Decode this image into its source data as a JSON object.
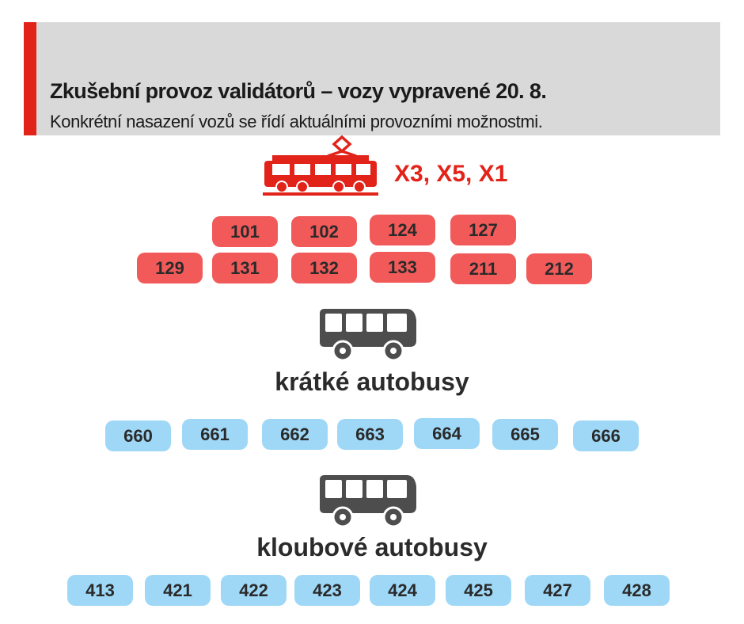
{
  "header": {
    "title": "Zkušební provoz validátorů – vozy vypravené 20. 8.",
    "subtitle": "Konkrétní nasazení vozů se řídí aktuálními provozními možnostmi."
  },
  "colors": {
    "accent": "#e2231a",
    "tram_pill": "#f25a5a",
    "bus_pill": "#9fd8f7",
    "icon_dark": "#4d4d4d"
  },
  "tram": {
    "icon": "tram-icon",
    "lines": "X3, X5, X1",
    "vehicles": [
      "101",
      "102",
      "124",
      "127",
      "129",
      "131",
      "132",
      "133",
      "211",
      "212"
    ]
  },
  "short_buses": {
    "icon": "bus-icon",
    "label": "krátké autobusy",
    "vehicles": [
      "660",
      "661",
      "662",
      "663",
      "664",
      "665",
      "666"
    ]
  },
  "articulated_buses": {
    "icon": "bus-icon",
    "label": "kloubové autobusy",
    "vehicles": [
      "413",
      "421",
      "422",
      "423",
      "424",
      "425",
      "427",
      "428"
    ]
  }
}
